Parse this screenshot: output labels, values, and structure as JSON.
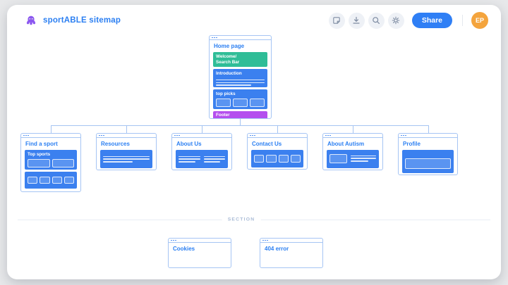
{
  "header": {
    "app_title": "sportABLE sitemap",
    "share_button": "Share",
    "avatar_initials": "EP",
    "toolbar_icons": [
      "note-icon",
      "download-icon",
      "search-icon",
      "settings-icon"
    ],
    "logo_icon": "octopus-logo-icon"
  },
  "colors": {
    "accent_blue": "#2b7ff2",
    "block_blue": "#3b80ef",
    "welcome_green": "#2fbd97",
    "footer_purple": "#b44fee",
    "share_blue": "#2f7ff5",
    "avatar_orange": "#f4a43d",
    "card_border": "#a6c5f4",
    "connector_blue": "#a5c4f2",
    "logo_purple": "#8b57f0"
  },
  "sitemap": {
    "home": {
      "title": "Home page",
      "blocks": {
        "welcome": "Welcome/\nSearch Bar",
        "introduction": "Introduction",
        "top_picks": "top picks",
        "footer": "Footer"
      }
    },
    "children": [
      {
        "title": "Find a sport",
        "block_label": "Top sports"
      },
      {
        "title": "Resources"
      },
      {
        "title": "About Us"
      },
      {
        "title": "Contact Us"
      },
      {
        "title": "About Autism"
      },
      {
        "title": "Profile"
      }
    ],
    "section_label": "SECTION",
    "orphan_pages": [
      {
        "title": "Cookies"
      },
      {
        "title": "404 error"
      }
    ]
  }
}
